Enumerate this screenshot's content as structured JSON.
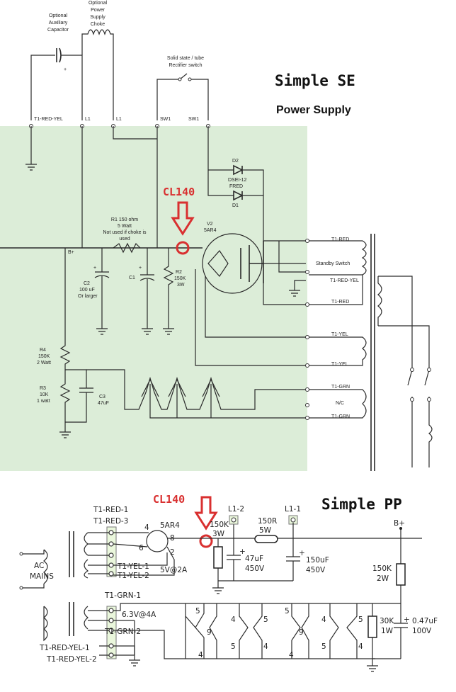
{
  "top": {
    "title": "Simple SE",
    "subtitle": "Power Supply",
    "callout": "CL140",
    "optional_cap": [
      "Optional",
      "Auxiliary",
      "Capacitor"
    ],
    "optional_choke": [
      "Optional",
      "Power",
      "Supply",
      "Choke"
    ],
    "rect_switch": [
      "Solid state / tube",
      "Rectifier switch"
    ],
    "terminals": [
      "T1-RED-YEL",
      "L1",
      "L1",
      "SW1",
      "SW1"
    ],
    "d2": "D2",
    "diode_part": [
      "DSEI-12",
      "FRED"
    ],
    "d1": "D1",
    "v2": [
      "V2",
      "5AR4"
    ],
    "r1": [
      "R1 150 ohm",
      "5 Watt",
      "Not used if choke is",
      "used"
    ],
    "bplus": "B+",
    "c2": [
      "C2",
      "100 uF",
      "Or larger"
    ],
    "c1": "C1",
    "r2": [
      "R2",
      "150K",
      "3W"
    ],
    "r4": [
      "R4",
      "150K",
      "2 Watt"
    ],
    "r3": [
      "R3",
      "10K",
      "1 watt"
    ],
    "c3": [
      "C3",
      "47uF"
    ],
    "xfmr": [
      "T1-RED",
      "Standby Switch",
      "T1-RED-YEL",
      "T1-RED",
      "T1-YEL",
      "T1-YEL",
      "T1-GRN",
      "N/C",
      "T1-GRN"
    ]
  },
  "bottom": {
    "title": "Simple PP",
    "callout": "CL140",
    "t1_red": [
      "T1-RED-1",
      "T1-RED-3"
    ],
    "tube": "5AR4",
    "pins": [
      "4",
      "8",
      "6",
      "2"
    ],
    "r_150k": [
      "150K",
      "3W"
    ],
    "l1_2": "L1-2",
    "l1_1": "L1-1",
    "r_150r": [
      "150R",
      "5W"
    ],
    "c_47": [
      "47uF",
      "450V"
    ],
    "c_150": [
      "150uF",
      "450V"
    ],
    "bplus": "B+",
    "ac": [
      "AC",
      "MAINS"
    ],
    "t1_yel": [
      "T1-YEL-1",
      "T1-YEL-2"
    ],
    "v5": "5V@2A",
    "r_150k_2w": [
      "150K",
      "2W"
    ],
    "t1_grn1": "T1-GRN-1",
    "v63": "6.3V@4A",
    "t1_grn2": "T1-GRN-2",
    "r_30k": [
      "30K",
      "1W"
    ],
    "c_047": [
      "0.47uF",
      "100V"
    ],
    "t1_red_yel": [
      "T1-RED-YEL-1",
      "T1-RED-YEL-2"
    ],
    "heater_pins": [
      "5",
      "9",
      "4",
      "4",
      "5",
      "5",
      "4",
      "5",
      "9",
      "4",
      "4",
      "5",
      "5",
      "4"
    ]
  },
  "colors": {
    "shade": "#dcedd8",
    "callout": "#d93030",
    "wire": "#2a2a2a"
  }
}
